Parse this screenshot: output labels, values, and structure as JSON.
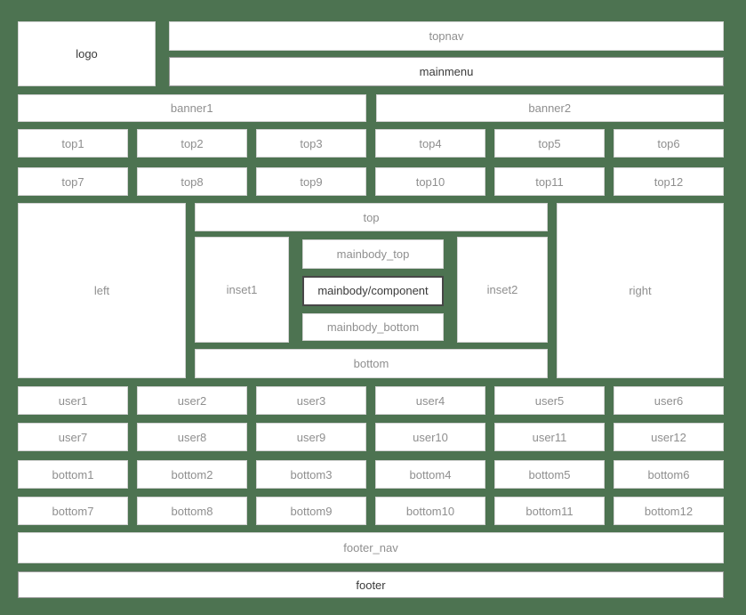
{
  "colors": {
    "background": "#4d7351",
    "box_fill": "#ffffff",
    "box_border_light": "#d3d3d3",
    "box_border_dark": "#9a9a9a",
    "component_border": "#474747",
    "text_gray": "#8f8f8f",
    "text_dark": "#3a3a3a"
  },
  "header": {
    "logo": "logo",
    "topnav": "topnav",
    "mainmenu": "mainmenu"
  },
  "banners": [
    "banner1",
    "banner2"
  ],
  "top_positions": [
    "top1",
    "top2",
    "top3",
    "top4",
    "top5",
    "top6",
    "top7",
    "top8",
    "top9",
    "top10",
    "top11",
    "top12"
  ],
  "middle": {
    "left": "left",
    "top": "top",
    "inset1": "inset1",
    "mainbody_top": "mainbody_top",
    "component": "mainbody/component",
    "mainbody_bottom": "mainbody_bottom",
    "inset2": "inset2",
    "bottom": "bottom",
    "right": "right"
  },
  "user_positions": [
    "user1",
    "user2",
    "user3",
    "user4",
    "user5",
    "user6",
    "user7",
    "user8",
    "user9",
    "user10",
    "user11",
    "user12"
  ],
  "bottom_positions": [
    "bottom1",
    "bottom2",
    "bottom3",
    "bottom4",
    "bottom5",
    "bottom6",
    "bottom7",
    "bottom8",
    "bottom9",
    "bottom10",
    "bottom11",
    "bottom12"
  ],
  "footer": {
    "footer_nav": "footer_nav",
    "footer": "footer"
  }
}
